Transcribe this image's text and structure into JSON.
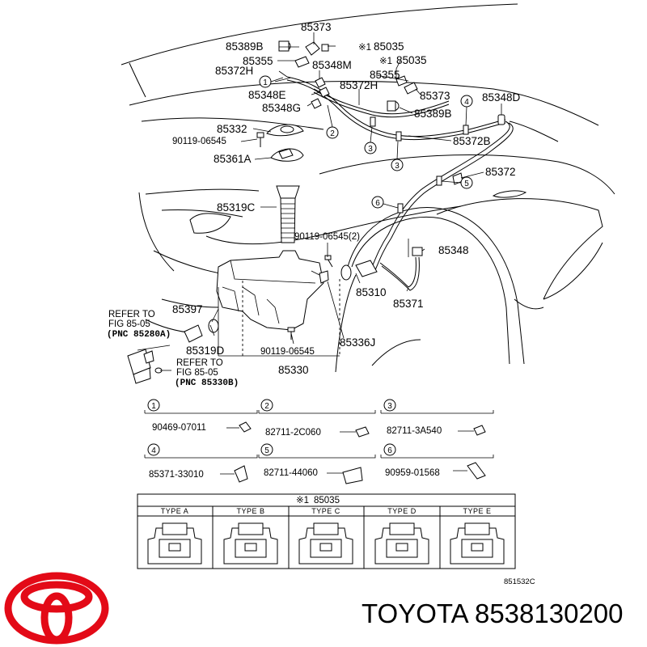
{
  "labels": {
    "p85373_top": "85373",
    "p85389b_top": "85389B",
    "p85035_a": "85035",
    "p85355_top": "85355",
    "p85035_b": "85035",
    "p85372h_left": "85372H",
    "p85348m": "85348M",
    "p85355_mid": "85355",
    "p85372h_mid": "85372H",
    "p85373_mid": "85373",
    "p85348e": "85348E",
    "p85348g": "85348G",
    "p85389b_mid": "85389B",
    "p85348d": "85348D",
    "p85332": "85332",
    "p90119_a": "90119-06545",
    "p85372b": "85372B",
    "p85361a": "85361A",
    "p85372": "85372",
    "p85319c": "85319C",
    "p90119_b": "90119-06545(2)",
    "p85348": "85348",
    "p85397": "85397",
    "p85310": "85310",
    "p85371": "85371",
    "p85319d": "85319D",
    "p90119_c": "90119-06545",
    "p85336j": "85336J",
    "p85330": "85330"
  },
  "note_mark": "※1",
  "refer_a": {
    "line1": "REFER TO",
    "line2": "FIG 85-05",
    "line3": "(PNC 85280A)"
  },
  "refer_b": {
    "line1": "REFER TO",
    "line2": "FIG 85-05",
    "line3": "(PNC 85330B)"
  },
  "callouts": [
    "1",
    "2",
    "3",
    "4",
    "5",
    "6"
  ],
  "clip_table": [
    {
      "num": "1",
      "part": "90469-07011"
    },
    {
      "num": "2",
      "part": "82711-2C060"
    },
    {
      "num": "3",
      "part": "82711-3A540"
    },
    {
      "num": "4",
      "part": "85371-33010"
    },
    {
      "num": "5",
      "part": "82711-44060"
    },
    {
      "num": "6",
      "part": "90959-01568"
    }
  ],
  "connector_table": {
    "title": "85035",
    "types": [
      "TYPE A",
      "TYPE B",
      "TYPE C",
      "TYPE D",
      "TYPE E"
    ]
  },
  "drawing_code": "851532C",
  "brand_text": "TOYOTA 8538130200",
  "colors": {
    "logo_red": "#e30a17",
    "line": "#000000"
  }
}
